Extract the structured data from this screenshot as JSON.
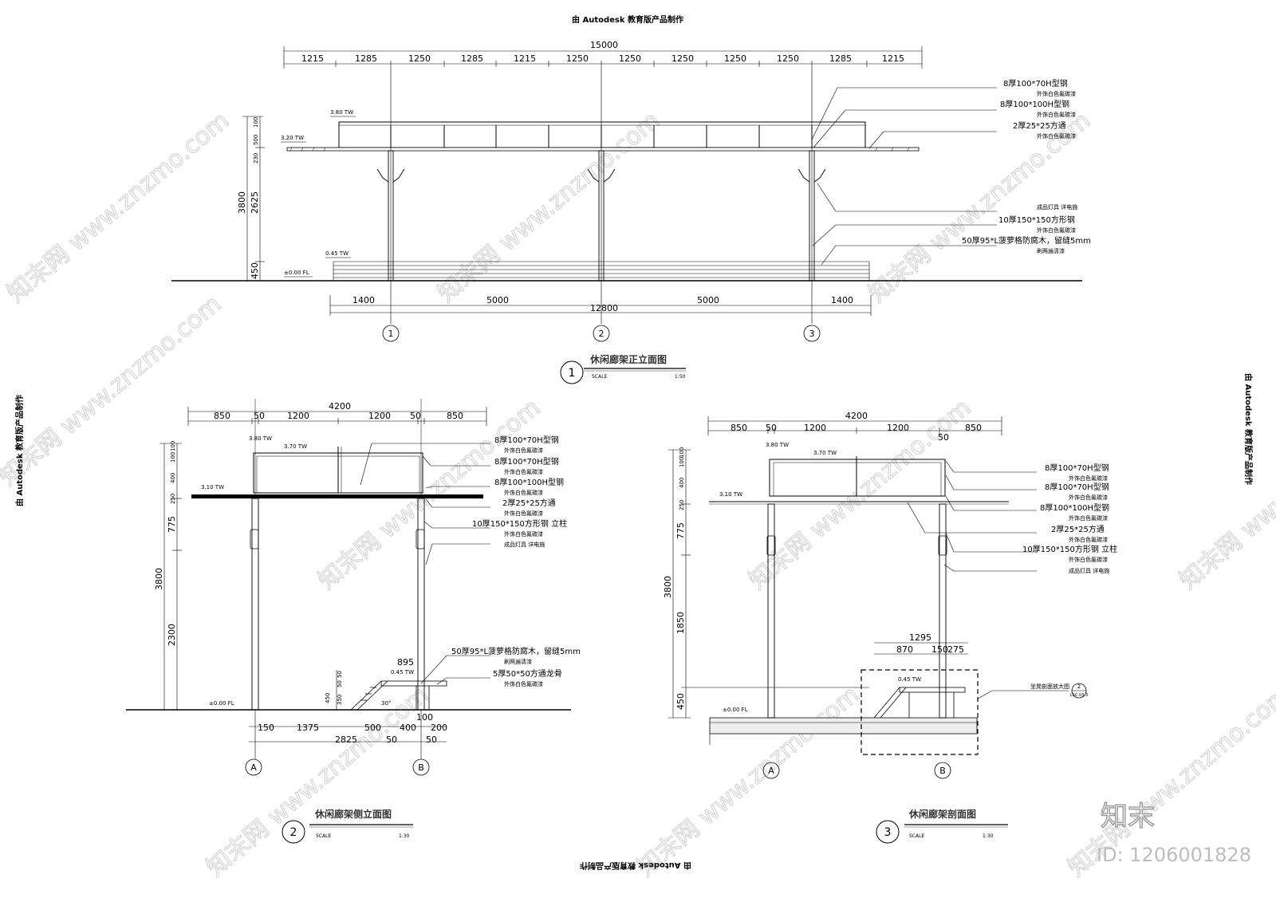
{
  "header": {
    "top_text": "由 Autodesk 教育版产品制作",
    "bottom_text": "由 Autodesk 教育版产品制作",
    "left_text": "由 Autodesk 教育版产品制作",
    "right_text": "由 Autodesk 教育版产品制作"
  },
  "watermark": {
    "site": "知末网 www.znzmo.com",
    "brand": "知末",
    "id": "ID: 1206001828"
  },
  "elevation": {
    "title": "休闲廊架正立面图",
    "number": "1",
    "scale_label": "SCALE",
    "scale": "1:50",
    "total_top": "15000",
    "top_dims": [
      "1215",
      "1285",
      "1250",
      "1285",
      "1215",
      "1250",
      "1250",
      "1250",
      "1250",
      "1250",
      "1285",
      "1215"
    ],
    "bottom_dims": [
      "1400",
      "5000",
      "5000",
      "1400"
    ],
    "total_bottom": "12800",
    "grids": [
      "1",
      "2",
      "3"
    ],
    "vert_dims": [
      "3800",
      "2625",
      "450",
      "230",
      "500",
      "100"
    ],
    "levels": [
      "3.80 TW",
      "3.20 TW",
      "0.45 TW",
      "±0.00 FL"
    ],
    "notes": [
      {
        "main": "8厚100*70H型钢",
        "sub": "外饰白色氟碳漆"
      },
      {
        "main": "8厚100*100H型钢",
        "sub": "外饰白色氟碳漆"
      },
      {
        "main": "2厚25*25方通",
        "sub": "外饰白色氟碳漆"
      },
      {
        "main": "成品灯具 详电施",
        "sub": ""
      },
      {
        "main": "10厚150*150方形钢",
        "sub": "外饰白色氟碳漆"
      },
      {
        "main": "50厚95*L菠萝格防腐木，留缝5mm",
        "sub": "刷两遍清漆"
      }
    ]
  },
  "side": {
    "title": "休闲廊架侧立面图",
    "number": "2",
    "scale_label": "SCALE",
    "scale": "1:30",
    "total_top": "4200",
    "top_dims": [
      "850",
      "50",
      "1200",
      "1200",
      "50",
      "850"
    ],
    "bottom_dims": [
      "150",
      "1375",
      "500",
      "400",
      "200"
    ],
    "bottom_dims2": [
      "2825",
      "50",
      "50"
    ],
    "mid_dim": "100",
    "bench_dim": "895",
    "grids": [
      "A",
      "B"
    ],
    "vert_dims": [
      "3800",
      "2300",
      "775",
      "250",
      "400",
      "100",
      "100",
      "450",
      "350",
      "50",
      "50"
    ],
    "levels": [
      "3.80 TW",
      "3.70 TW",
      "3.10 TW",
      "0.45 TW",
      "±0.00 FL"
    ],
    "notes": [
      {
        "main": "8厚100*70H型钢",
        "sub": "外饰白色氟碳漆"
      },
      {
        "main": "8厚100*70H型钢",
        "sub": "外饰白色氟碳漆"
      },
      {
        "main": "8厚100*100H型钢",
        "sub": "外饰白色氟碳漆"
      },
      {
        "main": "2厚25*25方通",
        "sub": "外饰白色氟碳漆"
      },
      {
        "main": "10厚150*150方形钢 立柱",
        "sub": "外饰白色氟碳漆"
      },
      {
        "main": "成品灯具 详电施",
        "sub": ""
      }
    ],
    "bench_notes": [
      {
        "main": "50厚95*L菠萝格防腐木，留缝5mm",
        "sub": "刷两遍清漆"
      },
      {
        "main": "5厚50*50方通龙骨",
        "sub": "外饰白色氟碳漆"
      }
    ],
    "angle": "30°"
  },
  "section": {
    "title": "休闲廊架剖面图",
    "number": "3",
    "scale_label": "SCALE",
    "scale": "1:30",
    "total_top": "4200",
    "top_dims": [
      "850",
      "50",
      "1200",
      "1200",
      "850"
    ],
    "top_right": "50",
    "bench_dims": [
      "1295",
      "870",
      "150",
      "275"
    ],
    "grids": [
      "A",
      "B"
    ],
    "vert_dims": [
      "3800",
      "1850",
      "775",
      "250",
      "400",
      "100",
      "100",
      "450"
    ],
    "levels": [
      "3.80 TW",
      "3.70 TW",
      "3.10 TW",
      "0.45 TW",
      "±0.00 FL"
    ],
    "notes": [
      {
        "main": "8厚100*70H型钢",
        "sub": "外饰白色氟碳漆"
      },
      {
        "main": "8厚100*70H型钢",
        "sub": "外饰白色氟碳漆"
      },
      {
        "main": "8厚100*100H型钢",
        "sub": "外饰白色氟碳漆"
      },
      {
        "main": "2厚25*25方通",
        "sub": "外饰白色氟碳漆"
      },
      {
        "main": "10厚150*150方形钢 立柱",
        "sub": "外饰白色氟碳漆"
      },
      {
        "main": "成品灯具 详电施",
        "sub": ""
      }
    ],
    "callout": {
      "text": "坐凳剖面放大图",
      "num": "2",
      "ref": "LSC-03.3"
    }
  }
}
